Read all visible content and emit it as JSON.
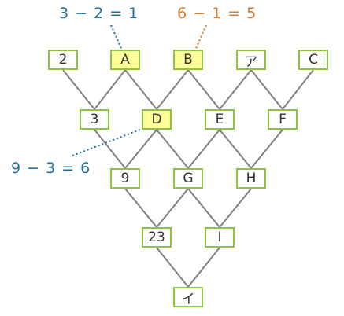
{
  "colors": {
    "border": "#8cc63f",
    "highlight": "#ffff99",
    "line": "#808080",
    "equation_blue": "#1f6ea0",
    "equation_orange": "#d9792b"
  },
  "rows": [
    [
      "2",
      "A",
      "B",
      "ア",
      "C"
    ],
    [
      "3",
      "D",
      "E",
      "F"
    ],
    [
      "9",
      "G",
      "H"
    ],
    [
      "23",
      "I"
    ],
    [
      "イ"
    ]
  ],
  "highlighted": [
    "A",
    "B",
    "D"
  ],
  "equations": {
    "top_left": "3 − 2 = 1",
    "top_right": "6 − 1 = 5",
    "side_left": "9 − 3 = 6"
  }
}
